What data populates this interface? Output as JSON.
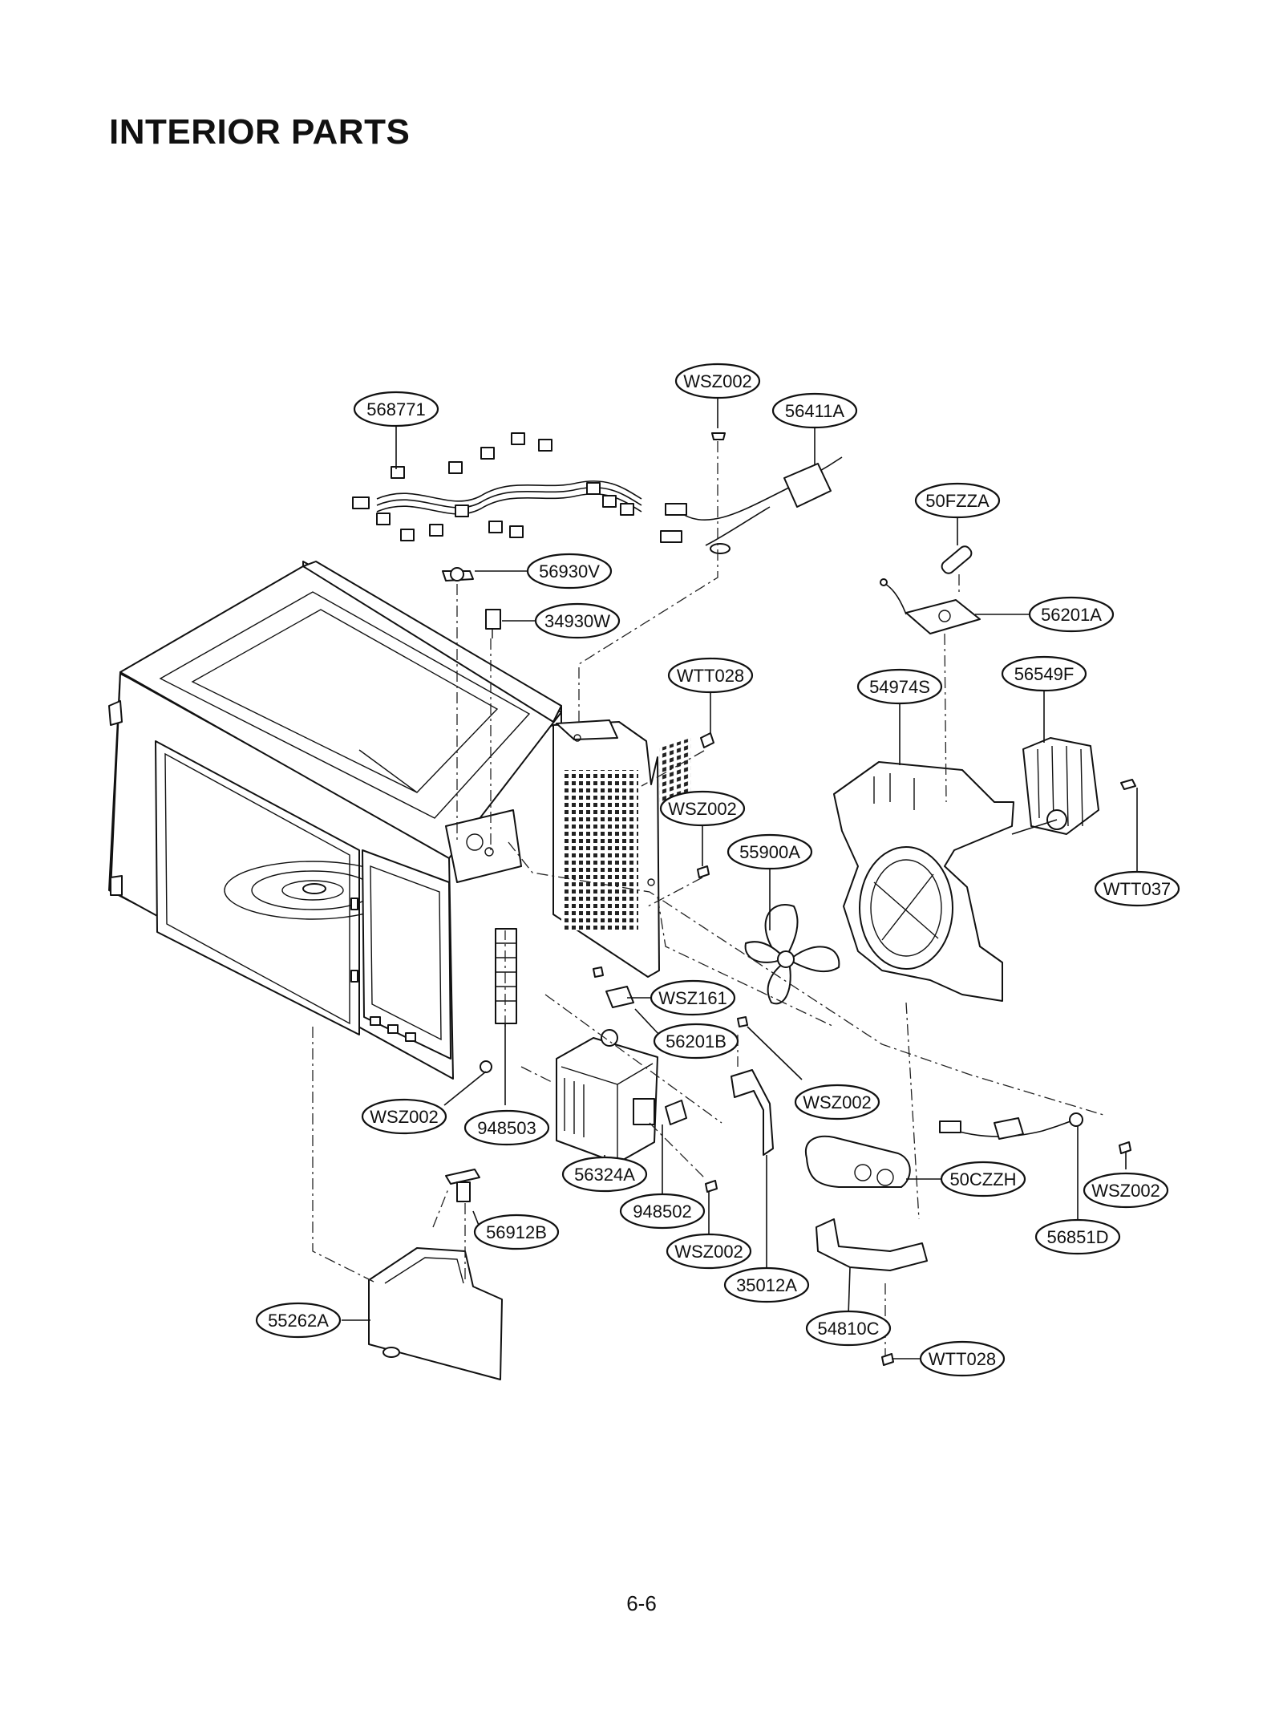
{
  "title": "INTERIOR PARTS",
  "page_number": "6-6",
  "callouts": [
    {
      "id": "c1",
      "text": "568771"
    },
    {
      "id": "c2",
      "text": "WSZ002"
    },
    {
      "id": "c3",
      "text": "56411A"
    },
    {
      "id": "c4",
      "text": "50FZZA"
    },
    {
      "id": "c5",
      "text": "56930V"
    },
    {
      "id": "c6",
      "text": "34930W"
    },
    {
      "id": "c7",
      "text": "56201A"
    },
    {
      "id": "c8",
      "text": "WTT028"
    },
    {
      "id": "c9",
      "text": "54974S"
    },
    {
      "id": "c10",
      "text": "56549F"
    },
    {
      "id": "c11",
      "text": "WSZ002"
    },
    {
      "id": "c12",
      "text": "55900A"
    },
    {
      "id": "c13",
      "text": "WTT037"
    },
    {
      "id": "c14",
      "text": "WSZ161"
    },
    {
      "id": "c15",
      "text": "56201B"
    },
    {
      "id": "c16",
      "text": "WSZ002"
    },
    {
      "id": "c17",
      "text": "WSZ002"
    },
    {
      "id": "c18",
      "text": "948503"
    },
    {
      "id": "c19",
      "text": "56324A"
    },
    {
      "id": "c20",
      "text": "50CZZH"
    },
    {
      "id": "c21",
      "text": "WSZ002"
    },
    {
      "id": "c22",
      "text": "948502"
    },
    {
      "id": "c23",
      "text": "56912B"
    },
    {
      "id": "c24",
      "text": "56851D"
    },
    {
      "id": "c25",
      "text": "WSZ002"
    },
    {
      "id": "c26",
      "text": "35012A"
    },
    {
      "id": "c27",
      "text": "55262A"
    },
    {
      "id": "c28",
      "text": "54810C"
    },
    {
      "id": "c29",
      "text": "WTT028"
    }
  ]
}
